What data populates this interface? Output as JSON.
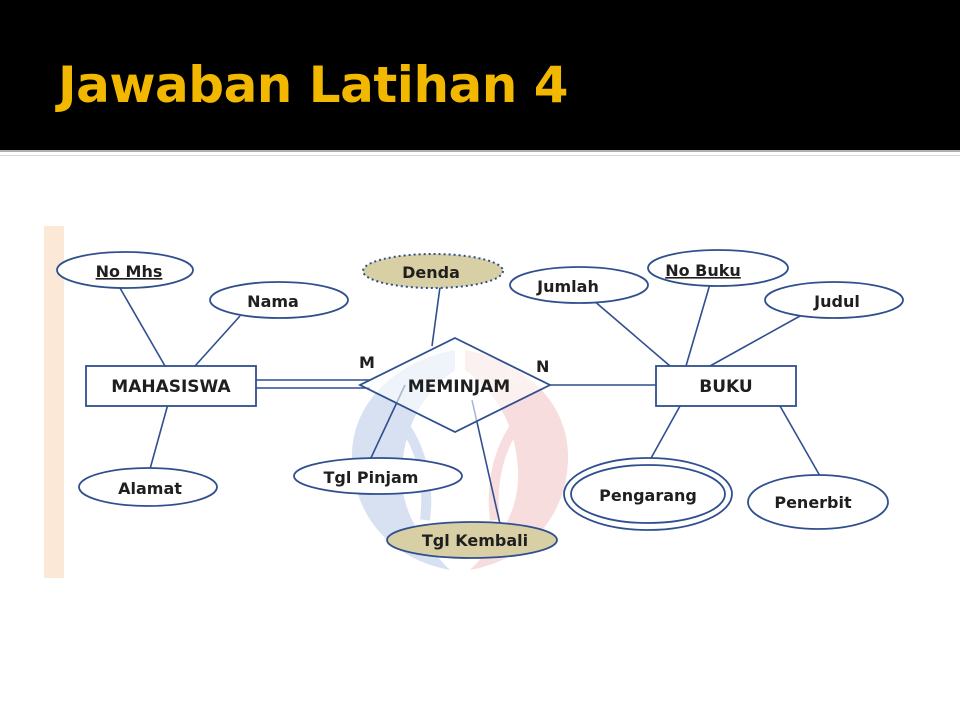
{
  "slide": {
    "title": "Jawaban Latihan 4"
  },
  "colors": {
    "title_background": "#000000",
    "title_text": "#f2b800",
    "shape_stroke": "#2f4f8f",
    "derived_attribute_fill": "#d8cfa4",
    "watermark_blue": "#b9c9e8",
    "watermark_red": "#f2c2c2"
  },
  "diagram": {
    "entities": [
      {
        "id": "mahasiswa",
        "label": "MAHASISWA"
      },
      {
        "id": "buku",
        "label": "BUKU"
      }
    ],
    "relationships": [
      {
        "id": "meminjam",
        "label": "MEMINJAM"
      }
    ],
    "cardinalities": [
      {
        "id": "m",
        "label": "M"
      },
      {
        "id": "n",
        "label": "N"
      }
    ],
    "attributes": [
      {
        "id": "no_mhs",
        "label": "No  Mhs",
        "owner": "mahasiswa",
        "kind": "key"
      },
      {
        "id": "nama",
        "label": "Nama",
        "owner": "mahasiswa",
        "kind": "simple"
      },
      {
        "id": "alamat",
        "label": "Alamat",
        "owner": "mahasiswa",
        "kind": "simple"
      },
      {
        "id": "denda",
        "label": "Denda",
        "owner": "meminjam",
        "kind": "derived"
      },
      {
        "id": "tgl_pinjam",
        "label": "Tgl Pinjam",
        "owner": "meminjam",
        "kind": "simple"
      },
      {
        "id": "tgl_kembali",
        "label": "Tgl Kembali",
        "owner": "meminjam",
        "kind": "shaded"
      },
      {
        "id": "jumlah",
        "label": "Jumlah",
        "owner": "buku",
        "kind": "simple"
      },
      {
        "id": "no_buku",
        "label": "No  Buku",
        "owner": "buku",
        "kind": "key"
      },
      {
        "id": "judul",
        "label": "Judul",
        "owner": "buku",
        "kind": "simple"
      },
      {
        "id": "pengarang",
        "label": "Pengarang",
        "owner": "buku",
        "kind": "multivalued"
      },
      {
        "id": "penerbit",
        "label": "Penerbit",
        "owner": "buku",
        "kind": "simple"
      }
    ]
  }
}
